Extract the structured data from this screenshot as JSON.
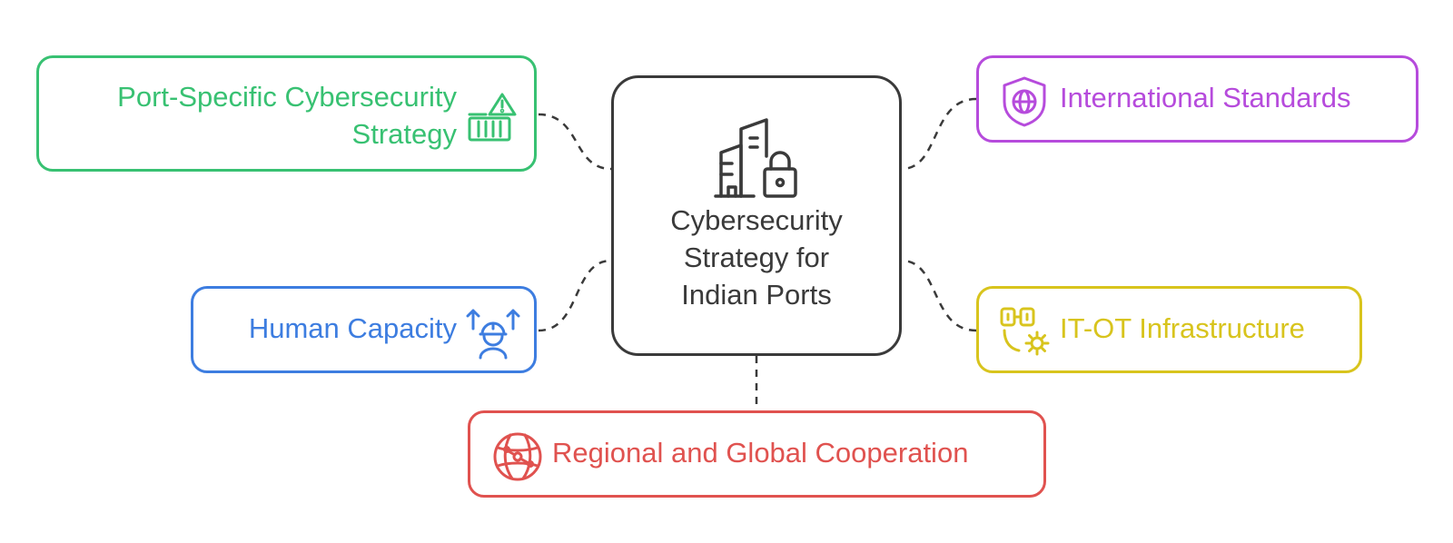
{
  "center": {
    "lines": [
      "Cybersecurity",
      "Strategy for",
      "Indian Ports"
    ],
    "icon": "building-lock-icon",
    "color": "#3a3a3a"
  },
  "nodes": {
    "port_specific": {
      "lines": [
        "Port-Specific Cybersecurity",
        "Strategy"
      ],
      "icon": "container-warning-icon",
      "color": "#38c172"
    },
    "human_capacity": {
      "label": "Human Capacity",
      "icon": "worker-growth-icon",
      "color": "#3d7de0"
    },
    "international_standards": {
      "label": "International Standards",
      "icon": "shield-globe-icon",
      "color": "#b64bdc"
    },
    "it_ot_infrastructure": {
      "label": "IT-OT Infrastructure",
      "icon": "network-gear-icon",
      "color": "#d8c41d"
    },
    "regional_global": {
      "label": "Regional and Global Cooperation",
      "icon": "globe-network-icon",
      "color": "#e0524f"
    }
  },
  "connector_color": "#3a3a3a"
}
